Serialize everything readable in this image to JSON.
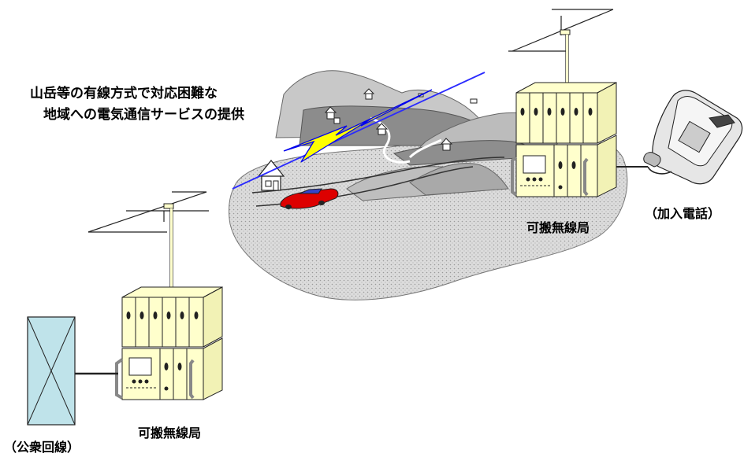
{
  "caption": {
    "line1": "山岳等の有線方式で対応困難な",
    "line2": "地域への電気通信サービスの提供"
  },
  "labels": {
    "station_right": "可搬無線局",
    "station_left": "可搬無線局",
    "subscriber_phone": "（加入電話）",
    "public_line": "（公衆回線）"
  },
  "colors": {
    "equipment_fill": "#ffffcc",
    "lightning_fill": "#ffff00",
    "lightning_stroke": "#0000ff",
    "car_body": "#dd0000",
    "exchange_fill": "#bfe3ea",
    "ground_fill": "#d8d8d8",
    "mountain_fill": "#b8b8b8"
  }
}
